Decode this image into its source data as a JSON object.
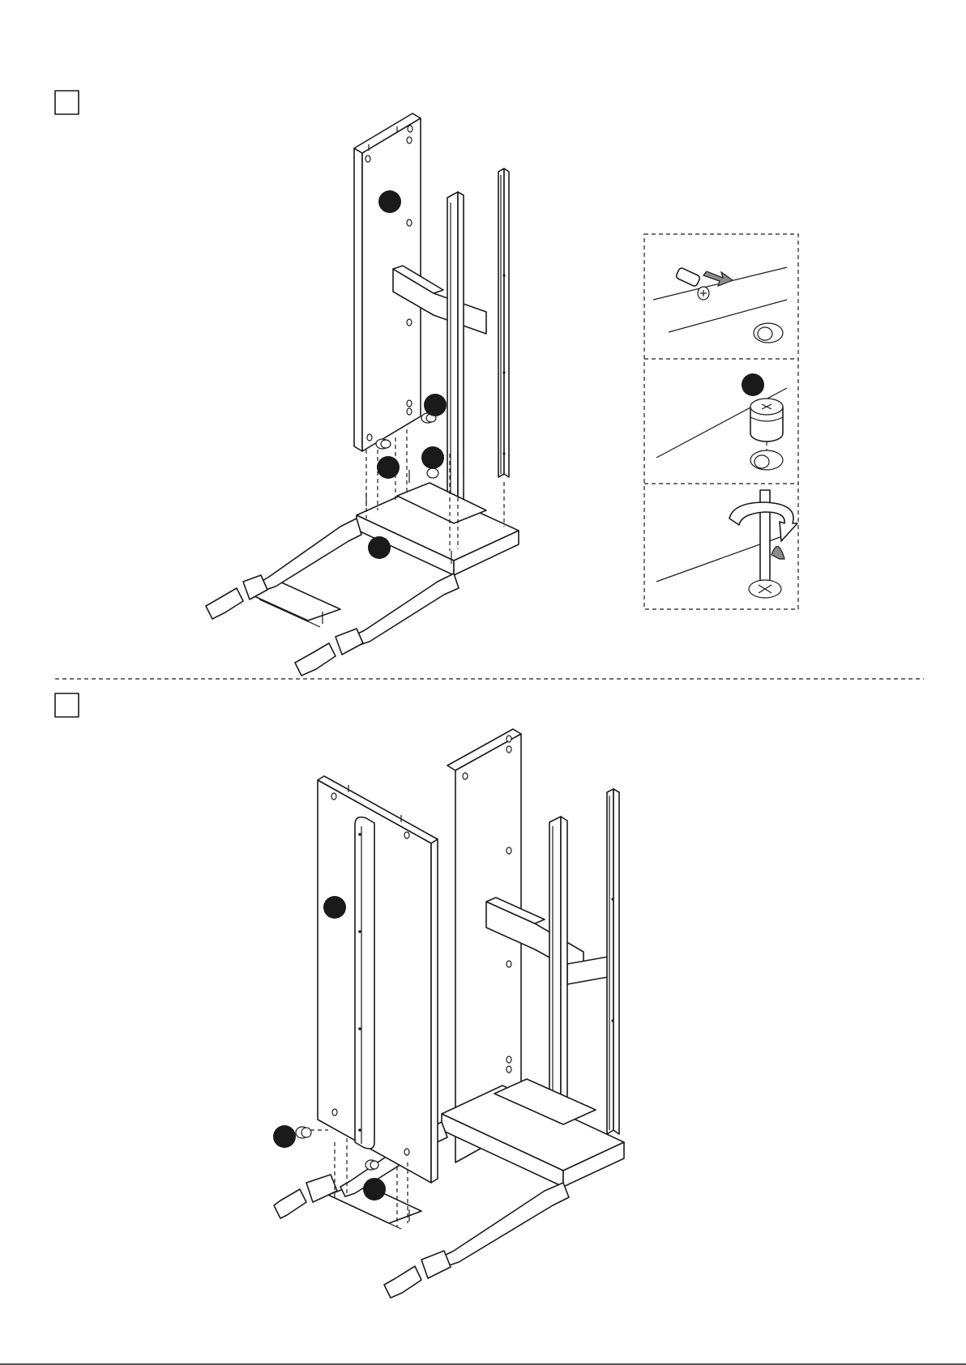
{
  "page": {
    "background": "#ffffff",
    "ink_color": "#1a1a1a",
    "arrow_color": "#8c8c8c"
  },
  "steps": [
    {
      "box_label": "",
      "callouts": 6,
      "detail_panels": 3
    },
    {
      "box_label": "",
      "callouts": 3,
      "detail_panels": 0
    }
  ],
  "icons": [
    "part-callout-dot",
    "rotate-arrow-icon",
    "insert-arrow-icon",
    "cam-lock-icon",
    "cam-bolt-icon"
  ]
}
